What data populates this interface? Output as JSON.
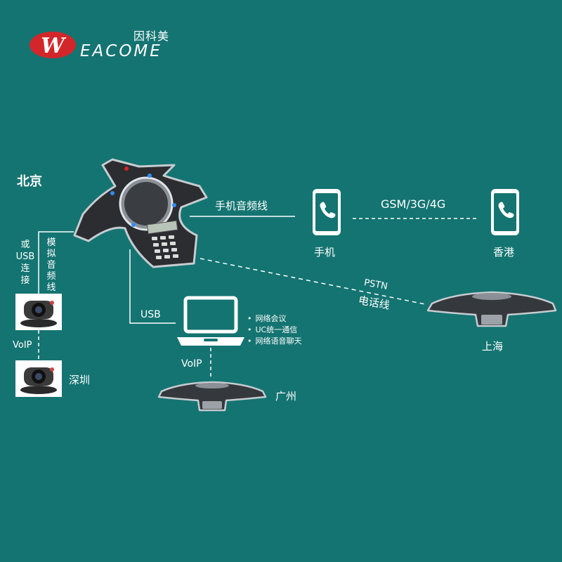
{
  "brand": {
    "cn_name": "因科美",
    "en_name": "EACOME",
    "logo_letter": "W"
  },
  "colors": {
    "background": "#147471",
    "brand_red": "#d3262a",
    "line": "#ffffff"
  },
  "locations": {
    "beijing": "北京",
    "hongkong": "香港",
    "shanghai": "上海",
    "guangzhou": "广州",
    "shenzhen": "深圳"
  },
  "links": {
    "phone_audio_cable": "手机音频线",
    "mobile": "GSM/3G/4G",
    "pstn": "PSTN",
    "phone_line": "电话线",
    "usb": "USB",
    "voip_laptop": "VoIP",
    "voip_cameras": "VoIP",
    "or_usb": [
      "或",
      "USB",
      "连",
      "接"
    ],
    "analog_audio": [
      "模",
      "拟",
      "音",
      "频",
      "线"
    ]
  },
  "devices": {
    "phone_label": "手机",
    "phone_icon": "phone-handset-icon"
  },
  "laptop_features": [
    "网络会议",
    "UC统一通信",
    "网络语音聊天"
  ]
}
